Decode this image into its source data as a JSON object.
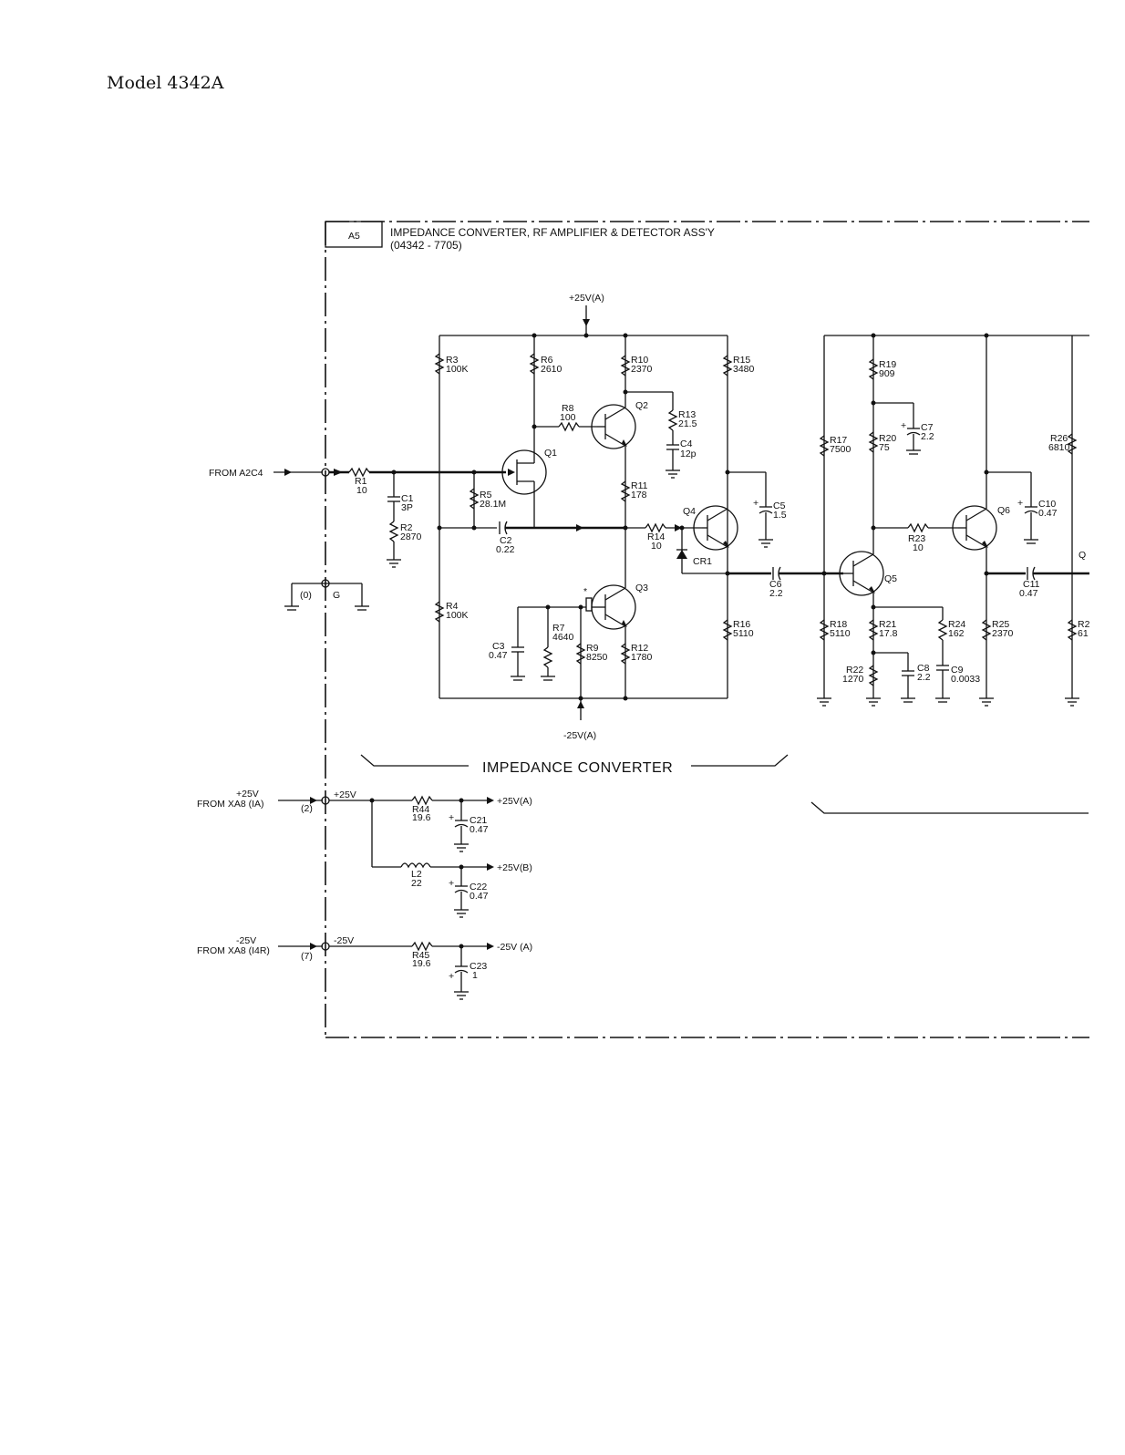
{
  "header": {
    "model": "Model 4342A"
  },
  "assembly": {
    "ref": "A5",
    "title": "IMPEDANCE CONVERTER, RF AMPLIFIER & DETECTOR ASS'Y",
    "part_number": "(04342 - 7705)"
  },
  "sections": {
    "impedance_converter": "IMPEDANCE CONVERTER"
  },
  "connectors": {
    "input": "FROM A2C4",
    "ground_pin": "(0)",
    "ground_label": "G",
    "pos_supply_v": "+25V",
    "pos_supply_from": "FROM XA8 (IA)",
    "pos_supply_pin": "(2)",
    "neg_supply_v": "-25V",
    "neg_supply_from": "FROM XA8 (I4R)",
    "neg_supply_pin": "(7)"
  },
  "rails": {
    "top": "+25V(A)",
    "bottom": "-25V(A)",
    "pos_node": "+25V",
    "neg_node": "-25V",
    "out_pos_a": "+25V(A)",
    "out_pos_b": "+25V(B)",
    "out_neg_a": "-25V (A)"
  },
  "transistors": {
    "q1": "Q1",
    "q2": "Q2",
    "q3": "Q3",
    "q4": "Q4",
    "q5": "Q5",
    "q6": "Q6",
    "q7": "Q"
  },
  "diode": {
    "cr1": "CR1"
  },
  "marks": {
    "asterisk": "*"
  },
  "components": {
    "r1": {
      "ref": "R1",
      "value": "10"
    },
    "r2": {
      "ref": "R2",
      "value": "2870"
    },
    "r3": {
      "ref": "R3",
      "value": "100K"
    },
    "r4": {
      "ref": "R4",
      "value": "100K"
    },
    "r5": {
      "ref": "R5",
      "value": "28.1M"
    },
    "r6": {
      "ref": "R6",
      "value": "2610"
    },
    "r7": {
      "ref": "R7",
      "value": "4640"
    },
    "r8": {
      "ref": "R8",
      "value": "100"
    },
    "r9": {
      "ref": "R9",
      "value": "8250"
    },
    "r10": {
      "ref": "R10",
      "value": "2370"
    },
    "r11": {
      "ref": "R11",
      "value": "178"
    },
    "r12": {
      "ref": "R12",
      "value": "1780"
    },
    "r13": {
      "ref": "R13",
      "value": "21.5"
    },
    "r14": {
      "ref": "R14",
      "value": "10"
    },
    "r15": {
      "ref": "R15",
      "value": "3480"
    },
    "r16": {
      "ref": "R16",
      "value": "5110"
    },
    "r17": {
      "ref": "R17",
      "value": "7500"
    },
    "r18": {
      "ref": "R18",
      "value": "5110"
    },
    "r19": {
      "ref": "R19",
      "value": "909"
    },
    "r20": {
      "ref": "R20",
      "value": "75"
    },
    "r21": {
      "ref": "R21",
      "value": "17.8"
    },
    "r22": {
      "ref": "R22",
      "value": "1270"
    },
    "r23": {
      "ref": "R23",
      "value": "10"
    },
    "r24": {
      "ref": "R24",
      "value": "162"
    },
    "r25": {
      "ref": "R25",
      "value": "2370"
    },
    "r26": {
      "ref": "R26",
      "value": "6810"
    },
    "r27": {
      "ref": "R2",
      "value": "61"
    },
    "r44": {
      "ref": "R44",
      "value": "19.6"
    },
    "r45": {
      "ref": "R45",
      "value": "19.6"
    },
    "l2": {
      "ref": "L2",
      "value": "22"
    },
    "c1": {
      "ref": "C1",
      "value": "3P"
    },
    "c2": {
      "ref": "C2",
      "value": "0.22"
    },
    "c3": {
      "ref": "C3",
      "value": "0.47"
    },
    "c4": {
      "ref": "C4",
      "value": "12p"
    },
    "c5": {
      "ref": "C5",
      "value": "1.5"
    },
    "c6": {
      "ref": "C6",
      "value": "2.2"
    },
    "c7": {
      "ref": "C7",
      "value": "2.2"
    },
    "c8": {
      "ref": "C8",
      "value": "2.2"
    },
    "c9": {
      "ref": "C9",
      "value": "0.0033"
    },
    "c10": {
      "ref": "C10",
      "value": "0.47"
    },
    "c11": {
      "ref": "C11",
      "value": "0.47"
    },
    "c21": {
      "ref": "C21",
      "value": "0.47"
    },
    "c22": {
      "ref": "C22",
      "value": "0.47"
    },
    "c23": {
      "ref": "C23",
      "value": "1"
    }
  }
}
